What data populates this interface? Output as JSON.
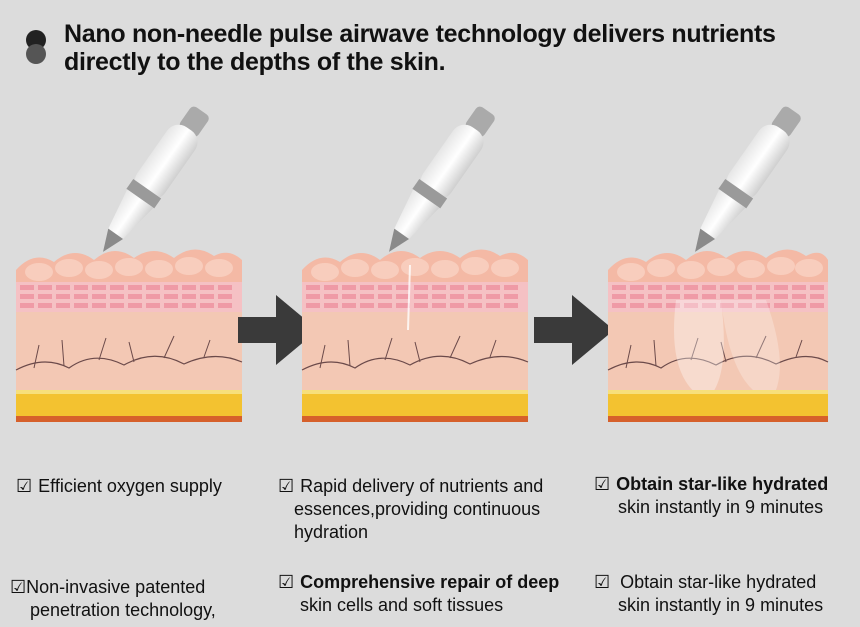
{
  "headline": {
    "line1": "Nano non-needle pulse airwave technology delivers nutrients",
    "line2": "directly to the depths of the skin."
  },
  "checkbox_glyph": "☑",
  "captions": {
    "c1": {
      "text": "Efficient oxygen supply"
    },
    "c2": {
      "line1": "Rapid delivery of nutrients and",
      "line2": "essences,providing continuous",
      "line3": "hydration"
    },
    "c3": {
      "bold": "Obtain star-like hydrated",
      "line2": "skin instantly in 9 minutes"
    },
    "c4": {
      "line1": "Non-invasive patented",
      "line2": "penetration technology,"
    },
    "c5": {
      "bold": "Comprehensive repair of deep",
      "line2": "skin cells and soft tissues"
    },
    "c6": {
      "line1": "Obtain star-like hydrated",
      "line2": "skin instantly in 9 minutes"
    }
  },
  "colors": {
    "background": "#dcdcdc",
    "skin_top": "#f4b9a5",
    "skin_cells": "#ef9aa6",
    "dermis": "#f3c8b4",
    "fat": "#f3c230",
    "arrow": "#3a3a3a"
  }
}
